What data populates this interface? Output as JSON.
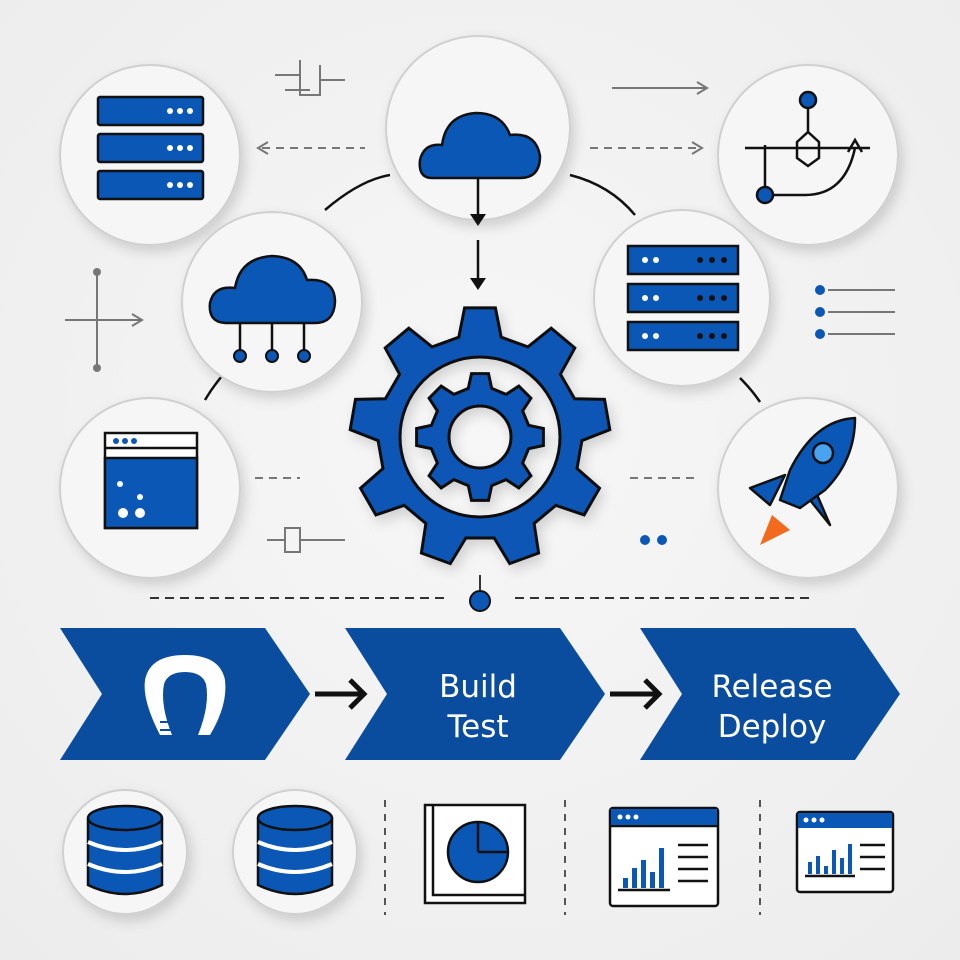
{
  "pipeline": {
    "stages": [
      {
        "icon": "source-control-icon"
      },
      {
        "line1": "Build",
        "line2": "Test"
      },
      {
        "line1": "Release",
        "line2": "Deploy"
      }
    ]
  },
  "colors": {
    "primary": "#0b57b5",
    "chevron": "#0a4c9e",
    "accent": "#f26b1d",
    "background": "#f0f0f0",
    "outline": "#111111"
  }
}
